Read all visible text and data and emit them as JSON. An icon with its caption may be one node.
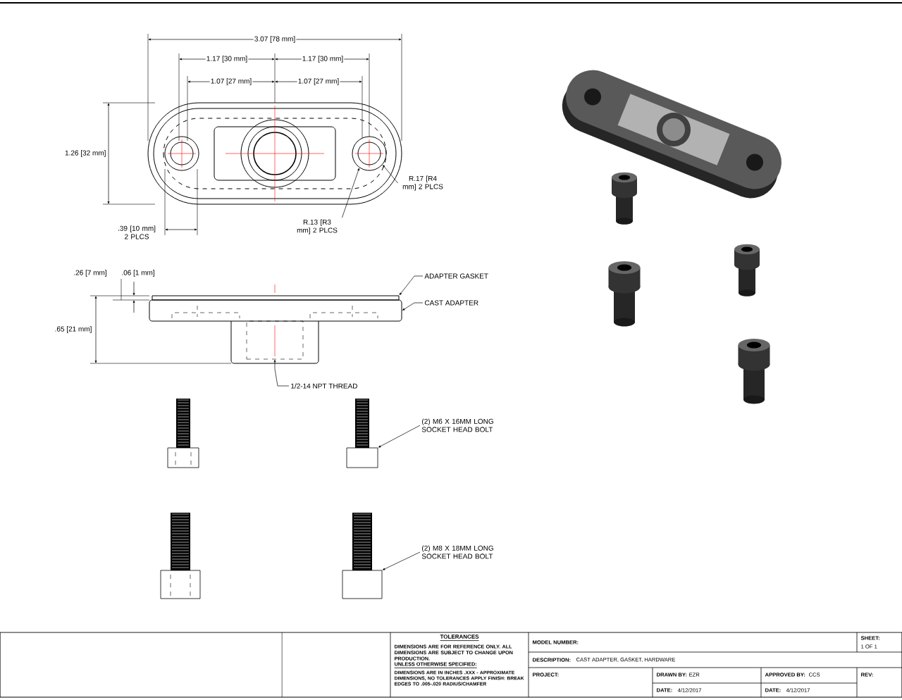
{
  "diagram": {
    "nodes": [
      {
        "text": [
          "R.13 [R3 mm] 2 PLCS"
        ]
      },
      {
        "text": [
          "R.17 [R4 mm] 2 PLCS"
        ]
      },
      {
        "text": [
          "ADAPTER GASKET"
        ]
      },
      {
        "text": [
          "CAST ADAPTER"
        ]
      },
      {
        "text": [
          "1/2-14 NPT THREAD"
        ]
      },
      {
        "text": [
          "(2) M6 X 16MM LONG SOCKET HEAD BOLT"
        ]
      },
      {
        "text": [
          "(2) M8 X 18MM LONG SOCKET HEAD BOLT"
        ]
      },
      {
        "text": [],
        "shape": "circle"
      },
      {
        "text": [],
        "shape": "bar"
      },
      {
        "text": [],
        "shape": "box"
      },
      {
        "text": [],
        "shape": "box"
      },
      {
        "text": [],
        "shape": "picture"
      },
      {
        "text": [],
        "shape": "picture"
      }
    ],
    "edges": [
      {
        "from": 0,
        "to": 7,
        "arrow": "to"
      },
      {
        "from": 1,
        "to": 7,
        "arrow": "to"
      },
      {
        "from": 2,
        "to": 8,
        "arrow": "to"
      },
      {
        "from": 3,
        "to": 9,
        "arrow": "to"
      },
      {
        "from": 4,
        "to": 10,
        "arrow": "to"
      },
      {
        "from": 5,
        "to": 11,
        "arrow": "to"
      },
      {
        "from": 6,
        "to": 12,
        "arrow": "to"
      }
    ],
    "labels": [
      "3.07 [78 mm]",
      "1.17 [30 mm]",
      "1.17 [30 mm]",
      "1.07 [27 mm]",
      "1.07 [27 mm]",
      "1.26 [32 mm]",
      ".39 [10 mm] 2 PLCS",
      ".26 [7 mm]",
      ".06 [1 mm]",
      ".65 [21 mm]",
      "TOLERANCES",
      "DIMENSIONS ARE FOR REFERENCE ONLY. ALL DIMENSIONS ARE SUBJECT TO CHANGE UPON PRODUCTION.",
      "UNLESS OTHERWISE SPECIFIED:",
      "DIMENSIONS ARE IN INCHES .XXX - APPROXIMATE DIMENSIONS, NO TOLERANCES APPLY FINISH: BREAK EDGES TO .005-.020 RADIUS/CHAMFER",
      "MODEL NUMBER:",
      "SHEET:",
      "1 OF 1",
      "DESCRIPTION:",
      "CAST ADAPTER, GASKET, HARDWARE",
      "PROJECT:",
      "DRAWN BY:",
      "EZR",
      "APPROVED BY:",
      "CCS",
      "REV:",
      "DATE:",
      "4/12/2017",
      "DATE:",
      "4/12/2017"
    ]
  }
}
